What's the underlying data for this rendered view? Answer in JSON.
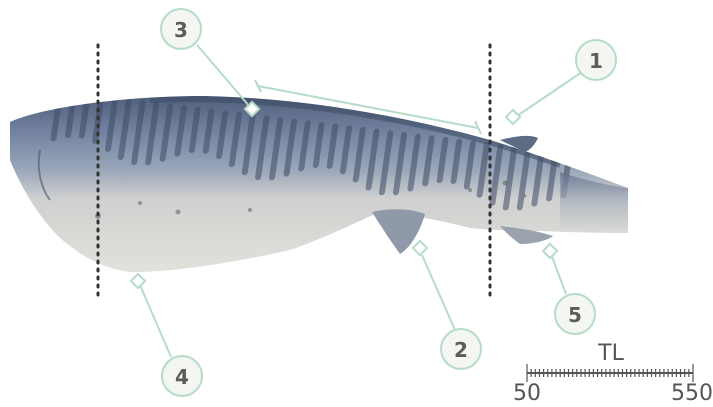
{
  "callouts": [
    {
      "number": "1",
      "leader_color": "#b5dcc9"
    },
    {
      "number": "2",
      "leader_color": "#b5dcc9"
    },
    {
      "number": "3",
      "leader_color": "#b5dcc9"
    },
    {
      "number": "4",
      "leader_color": "#b5dcc9"
    },
    {
      "number": "5",
      "leader_color": "#b5dcc9"
    }
  ],
  "scale_bar": {
    "label": "TL",
    "min_label": "50",
    "max_label": "550"
  },
  "colors": {
    "callout_circle_fill": "#f3f6f1",
    "callout_circle_stroke": "#b5dcc9",
    "callout_text": "#5c5c5c",
    "dorsal": "#6e7e99",
    "belly": "#d9d8d4",
    "stripe": "#3e4b64",
    "section_lines": "#333333"
  }
}
